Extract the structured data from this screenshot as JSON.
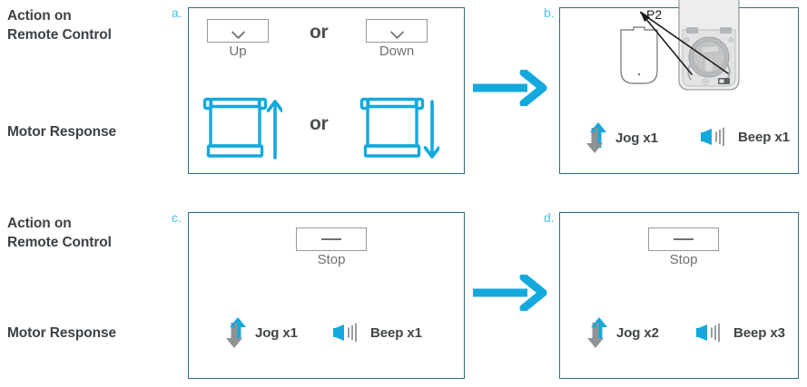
{
  "rows": [
    {
      "action_label": "Action on\nRemote Control",
      "response_label": "Motor Response"
    },
    {
      "action_label": "Action on\nRemote Control",
      "response_label": "Motor Response"
    }
  ],
  "labels": {
    "action_line1": "Action on",
    "action_line2": "Remote Control",
    "motor_response": "Motor Response"
  },
  "colors": {
    "accent_cyan": "#14a9dd",
    "panel_border": "#2c6c80",
    "letter_cyan": "#4ec0e8",
    "text_dark": "#3f4447",
    "key_gray": "#6d7173",
    "arrow_gray": "#8d9295"
  },
  "panels": [
    {
      "letter": "a.",
      "name": "panel-a",
      "keys": [
        {
          "label": "Up",
          "glyph": "chevron-down"
        },
        {
          "label": "Down",
          "glyph": "chevron-down"
        }
      ],
      "connector": "or",
      "motor": {
        "connector": "or",
        "items": [
          {
            "icon": "roller-shade-up",
            "direction": "up"
          },
          {
            "icon": "roller-shade-down",
            "direction": "down"
          }
        ]
      }
    },
    {
      "letter": "b.",
      "name": "panel-b",
      "callout": "P2",
      "illustration": "remote-back-battery-cover",
      "responses": [
        {
          "icon": "jog-icon",
          "text": "Jog x1"
        },
        {
          "icon": "beep-icon",
          "text": "Beep x1"
        }
      ]
    },
    {
      "letter": "c.",
      "name": "panel-c",
      "keys": [
        {
          "label": "Stop",
          "glyph": "dash"
        }
      ],
      "responses": [
        {
          "icon": "jog-icon",
          "text": "Jog x1"
        },
        {
          "icon": "beep-icon",
          "text": "Beep x1"
        }
      ]
    },
    {
      "letter": "d.",
      "name": "panel-d",
      "keys": [
        {
          "label": "Stop",
          "glyph": "dash"
        }
      ],
      "responses": [
        {
          "icon": "jog-icon",
          "text": "Jog x2"
        },
        {
          "icon": "beep-icon",
          "text": "Beep x3"
        }
      ]
    }
  ],
  "flow_arrows": [
    {
      "name": "flow-arrow-top",
      "direction": "right"
    },
    {
      "name": "flow-arrow-bottom",
      "direction": "right"
    }
  ]
}
